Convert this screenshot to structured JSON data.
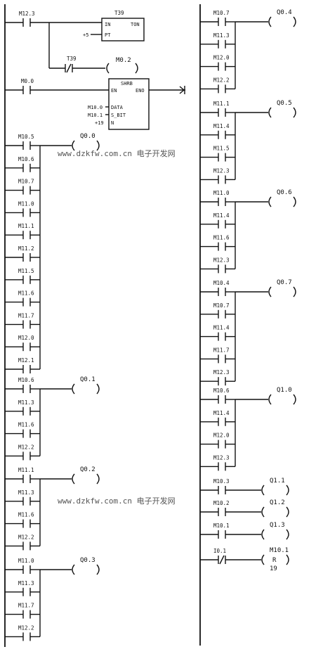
{
  "watermarks": [
    "www.dzkfw.com.cn 电子开发网",
    "www.dzkfw.com.cn 电子开发网"
  ],
  "timer": {
    "name": "T39",
    "type": "TON",
    "in_pin": "IN",
    "pt_pin": "PT",
    "preset": "+5",
    "enable": "M12.3",
    "done_contact": "T39",
    "done_coil": "M0.2"
  },
  "shift_register": {
    "name": "SHRB",
    "enable_pin": "EN",
    "eno_pin": "ENO",
    "enable": "M0.0",
    "data_pin": "DATA",
    "sbit_pin": "S_BIT",
    "n_pin": "N",
    "data": "M10.0",
    "sbit": "M10.1",
    "n": "+19"
  },
  "left_networks": [
    {
      "coil": "Q0.0",
      "contacts": [
        "M10.5",
        "M10.6",
        "M10.7",
        "M11.0",
        "M11.1",
        "M11.2",
        "M11.5",
        "M11.6",
        "M11.7",
        "M12.0",
        "M12.1"
      ]
    },
    {
      "coil": "Q0.1",
      "contacts": [
        "M10.6",
        "M11.3",
        "M11.6",
        "M12.2"
      ]
    },
    {
      "coil": "Q0.2",
      "contacts": [
        "M11.1",
        "M11.3",
        "M11.6",
        "M12.2"
      ]
    },
    {
      "coil": "Q0.3",
      "contacts": [
        "M11.0",
        "M11.3",
        "M11.7",
        "M12.2"
      ]
    }
  ],
  "right_networks": [
    {
      "coil": "Q0.4",
      "contacts": [
        "M10.7",
        "M11.3",
        "M12.0",
        "M12.2"
      ]
    },
    {
      "coil": "Q0.5",
      "contacts": [
        "M11.1",
        "M11.4",
        "M11.5",
        "M12.3"
      ]
    },
    {
      "coil": "Q0.6",
      "contacts": [
        "M11.0",
        "M11.4",
        "M11.6",
        "M12.3"
      ]
    },
    {
      "coil": "Q0.7",
      "contacts": [
        "M10.4",
        "M10.7",
        "M11.4",
        "M11.7",
        "M12.3"
      ]
    },
    {
      "coil": "Q1.0",
      "contacts": [
        "M10.6",
        "M11.4",
        "M12.0",
        "M12.3"
      ]
    }
  ],
  "single_rungs": [
    {
      "contact": "M10.3",
      "coil": "Q1.1"
    },
    {
      "contact": "M10.2",
      "coil": "Q1.2"
    },
    {
      "contact": "M10.1",
      "coil": "Q1.3"
    }
  ],
  "reset_rung": {
    "contact": "I0.1",
    "coil": "M10.1",
    "coil_type": "R",
    "count": "19"
  }
}
